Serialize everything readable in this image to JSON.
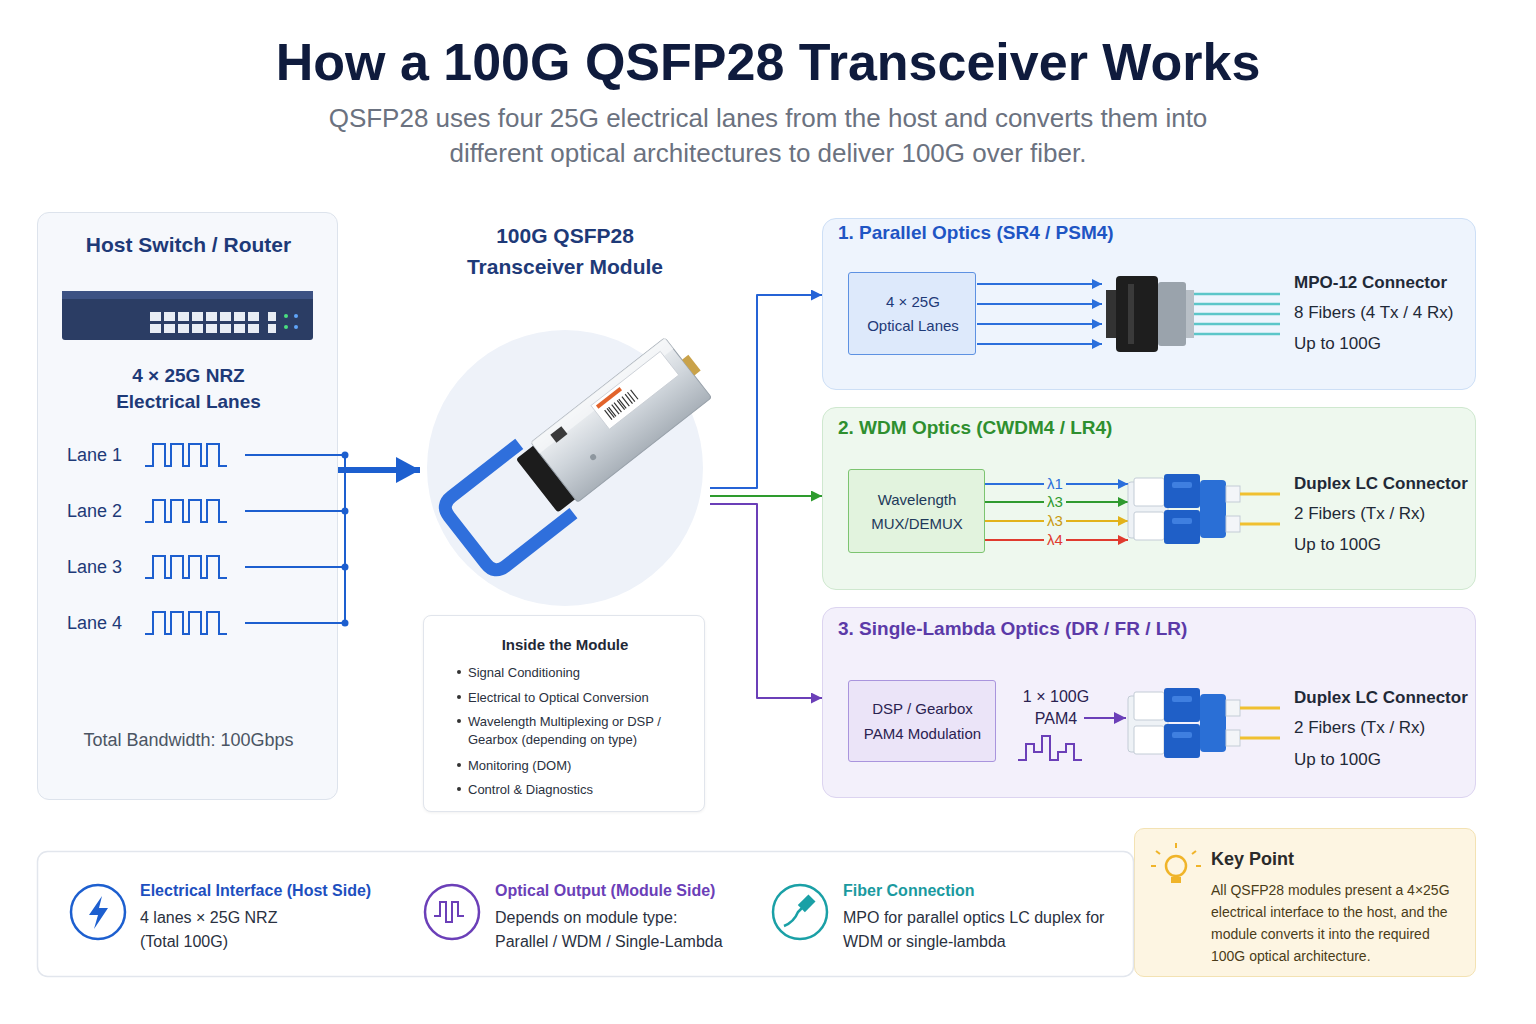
{
  "diagram": {
    "title": "How a 100G QSFP28 Transceiver Works",
    "caption": "QSFP28 uses four 25G electrical lanes from the host and converts them into different optical architectures to deliver 100G over fiber.",
    "nodes": [
      {
        "text": [
          "Host Switch / Router",
          "4 × 25G NRZ Electrical Lanes",
          "Total Bandwidth: 100Gbps"
        ]
      },
      {
        "text": [
          "100G QSFP28 Transceiver Module"
        ]
      },
      {
        "text": [
          "Inside the Module",
          "Signal Conditioning",
          "Electrical to Optical Conversion",
          "Wavelength Multiplexing or DSP / Gearbox (depending on type)",
          "Monitoring (DOM)",
          "Control & Diagnostics"
        ]
      },
      {
        "text": [
          "1. Parallel Optics (SR4 / PSM4)",
          "MPO-12 Connector",
          "8 Fibers (4 Tx / 4 Rx)",
          "Up to 100G"
        ]
      },
      {
        "text": [
          "4 × 25G Optical Lanes"
        ],
        "in": 3
      },
      {
        "text": [
          "2. WDM Optics (CWDM4 / LR4)",
          "Duplex LC Connector",
          "2 Fibers (Tx / Rx)",
          "Up to 100G"
        ]
      },
      {
        "text": [
          "Wavelength MUX/DEMUX"
        ],
        "in": 5
      },
      {
        "text": [
          "3. Single-Lambda Optics (DR / FR / LR)",
          "Duplex LC Connector",
          "2 Fibers (Tx / Rx)",
          "Up to 100G"
        ]
      },
      {
        "text": [
          "DSP / Gearbox PAM4 Modulation"
        ],
        "in": 7
      },
      {
        "text": [
          "Electrical Interface (Host Side)",
          "4 lanes × 25G NRZ (Total 100G)"
        ]
      },
      {
        "text": [
          "Optical Output (Module Side)",
          "Depends on module type: Parallel / WDM / Single-Lambda"
        ]
      },
      {
        "text": [
          "Fiber Connection",
          "MPO for parallel optics LC duplex for WDM or single-lambda"
        ]
      },
      {
        "text": [
          "Key Point",
          "All QSFP28 modules present a 4×25G electrical interface to the host, and the module converts it into the required 100G optical architecture."
        ]
      }
    ],
    "edges": [
      {
        "from": 0,
        "to": 1,
        "arrow": "to"
      },
      {
        "from": 1,
        "to": 3,
        "arrow": "to"
      },
      {
        "from": 1,
        "to": 5,
        "arrow": "to"
      },
      {
        "from": 1,
        "to": 7,
        "arrow": "to"
      }
    ],
    "labels": [
      "Lane 1",
      "Lane 2",
      "Lane 3",
      "Lane 4",
      "λ1",
      "λ3",
      "λ3",
      "λ4",
      "1 × 100G PAM4"
    ]
  }
}
